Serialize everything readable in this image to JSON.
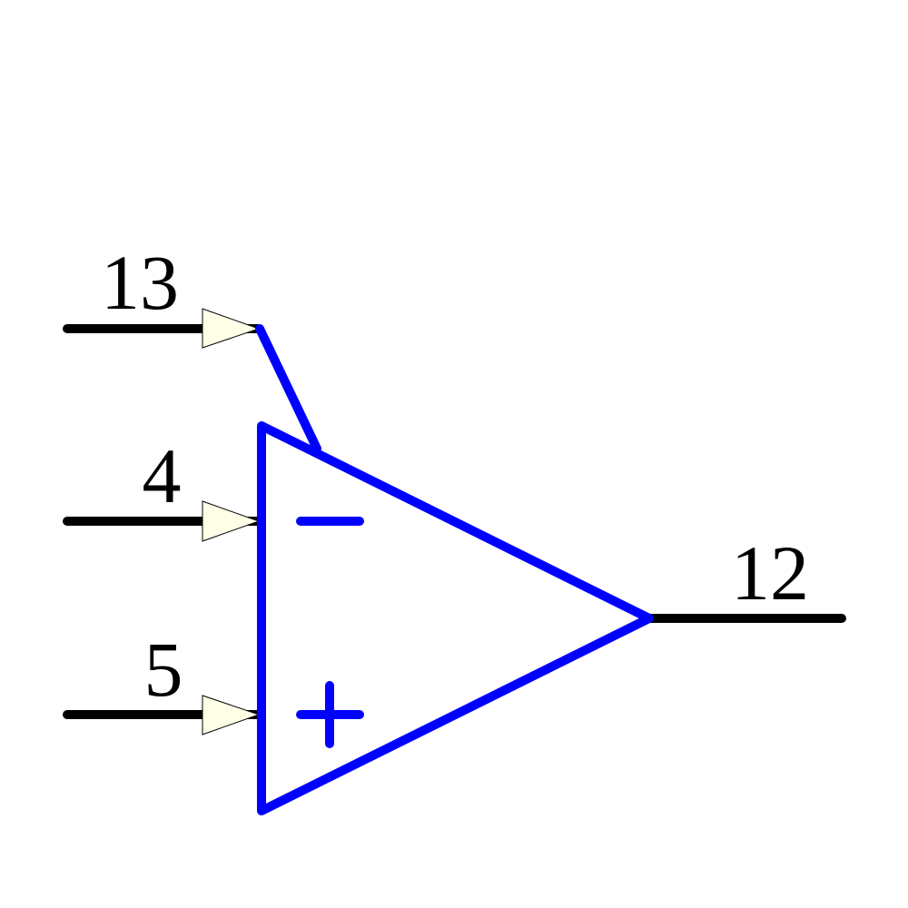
{
  "symbol": {
    "type": "op-amp",
    "inverting_sign": "−",
    "non_inverting_sign": "+"
  },
  "pins": [
    {
      "id": "pin-13",
      "label": "13",
      "role": "supply"
    },
    {
      "id": "pin-4",
      "label": "4",
      "role": "inverting-input"
    },
    {
      "id": "pin-5",
      "label": "5",
      "role": "non-inverting-input"
    },
    {
      "id": "pin-12",
      "label": "12",
      "role": "output"
    }
  ],
  "colors": {
    "body": "#0000ff",
    "pin_line": "#000000",
    "pin_arrow_fill": "#ffffe8",
    "label": "#000000"
  }
}
